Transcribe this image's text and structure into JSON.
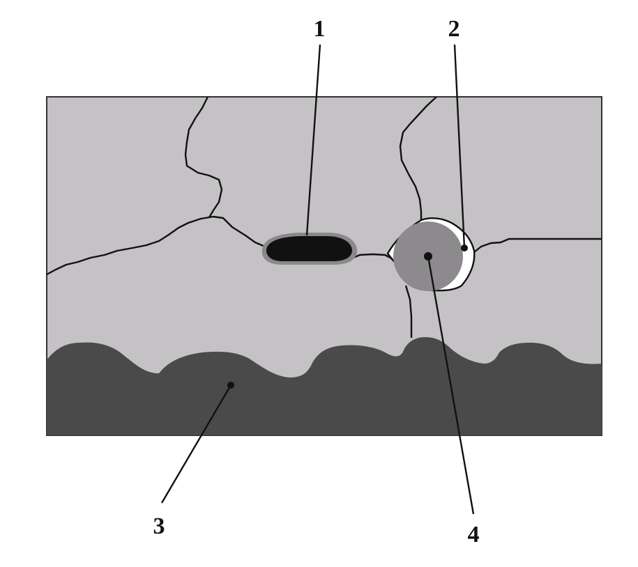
{
  "callouts": [
    {
      "id": "1",
      "label": "1"
    },
    {
      "id": "2",
      "label": "2"
    },
    {
      "id": "3",
      "label": "3"
    },
    {
      "id": "4",
      "label": "4"
    }
  ],
  "colors": {
    "background": "#ffffff",
    "matrix": "#c4c2c4",
    "substrate": "#4a4a4a",
    "inclusion_dark": "#111111",
    "inclusion_halo": "#8a888a",
    "particle": "#8c8a8c",
    "void": "#ffffff",
    "frame": "#333333",
    "crack": "#111111"
  }
}
